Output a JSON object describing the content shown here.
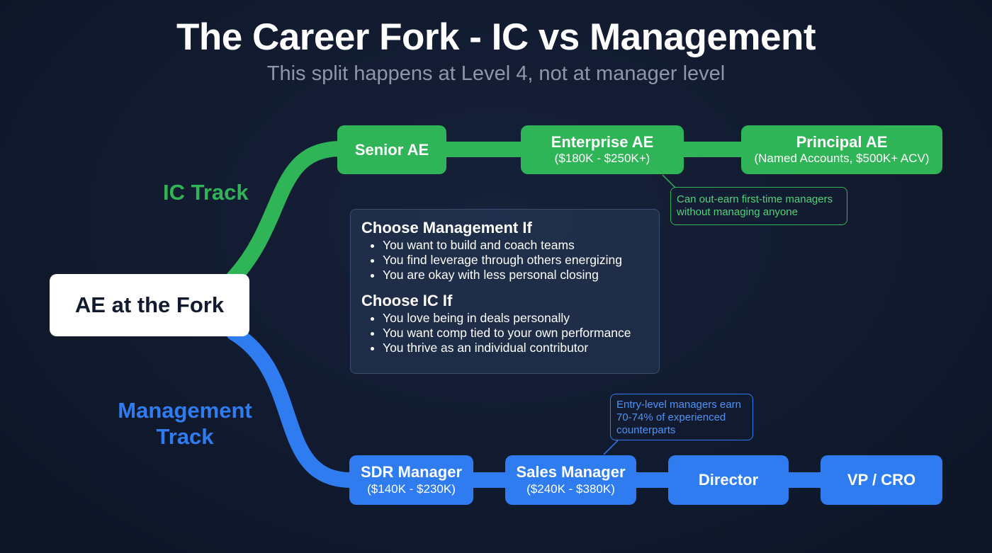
{
  "header": {
    "title": "The Career Fork - IC vs Management",
    "subtitle": "This split happens at Level 4, not at manager level"
  },
  "colors": {
    "ic": "#2fb457",
    "management": "#2f7cf0",
    "background": "#111a2e",
    "fork_node": "#ffffff"
  },
  "fork": {
    "label": "AE at the Fork"
  },
  "ic_track": {
    "label": "IC Track",
    "nodes": [
      {
        "title": "Senior AE",
        "detail": ""
      },
      {
        "title": "Enterprise AE",
        "detail": "($180K - $250K+)"
      },
      {
        "title": "Principal AE",
        "detail": "(Named Accounts, $500K+ ACV)"
      }
    ],
    "callout": "Can out-earn first-time managers without managing anyone"
  },
  "management_track": {
    "label_line1": "Management",
    "label_line2": "Track",
    "nodes": [
      {
        "title": "SDR Manager",
        "detail": "($140K - $230K)"
      },
      {
        "title": "Sales Manager",
        "detail": "($240K - $380K)"
      },
      {
        "title": "Director",
        "detail": ""
      },
      {
        "title": "VP / CRO",
        "detail": ""
      }
    ],
    "callout": "Entry-level managers earn 70-74% of experienced counterparts"
  },
  "decision_box": {
    "management": {
      "heading": "Choose Management If",
      "bullets": [
        "You want to build and coach teams",
        "You find leverage through others energizing",
        "You are okay with less personal closing"
      ]
    },
    "ic": {
      "heading": "Choose IC If",
      "bullets": [
        "You love being in deals personally",
        "You want comp tied to your own performance",
        "You thrive as an individual contributor"
      ]
    }
  }
}
